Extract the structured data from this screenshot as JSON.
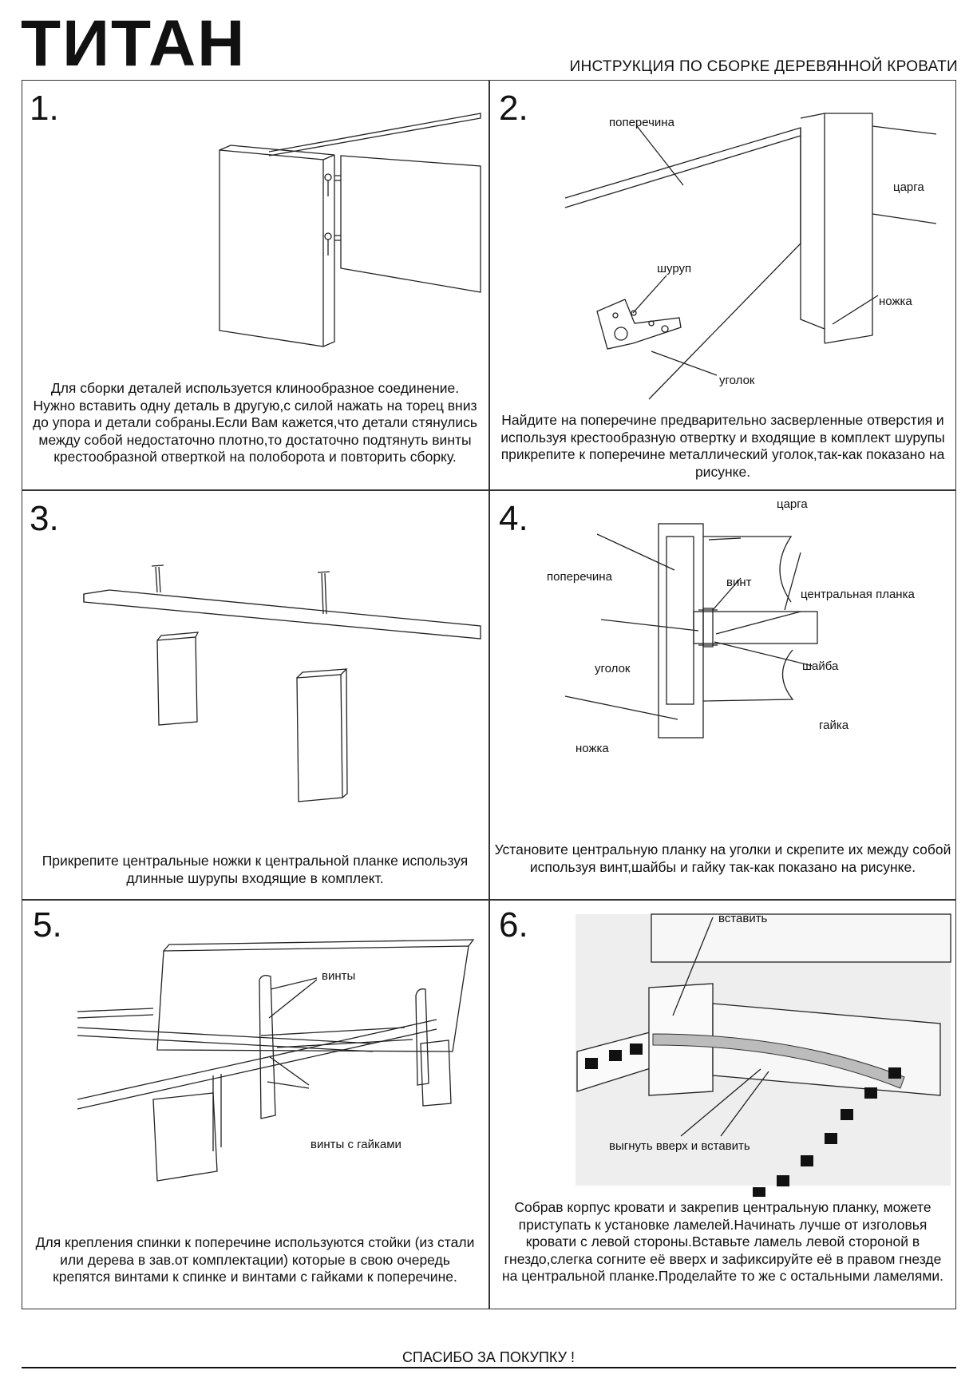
{
  "header": {
    "brand": "ТИТАН",
    "subtitle": "ИНСТРУКЦИЯ ПО СБОРКЕ ДЕРЕВЯННОЙ КРОВАТИ"
  },
  "steps": [
    {
      "number": "1.",
      "text": "Для сборки деталей используется клинообразное соединение. Нужно вставить одну деталь в другую,с силой нажать на торец вниз до упора и детали собраны.Если Вам кажется,что детали стянулись между собой недостаточно плотно,то достаточно подтянуть винты крестообразной отверткой на полоборота и повторить сборку.",
      "labels": []
    },
    {
      "number": "2.",
      "text": "Найдите на поперечине предварительно засверленные отверстия и используя крестообразную отвертку и входящие в комплект шурупы прикрепите к поперечине металлический уголок,так-как показано на рисунке.",
      "labels": [
        "поперечина",
        "царга",
        "шуруп",
        "ножка",
        "уголок"
      ]
    },
    {
      "number": "3.",
      "text": "Прикрепите центральные ножки к центральной планке используя длинные шурупы входящие в комплект.",
      "labels": []
    },
    {
      "number": "4.",
      "text": "Установите центральную планку на уголки и скрепите их между собой используя винт,шайбы и гайку так-как показано на рисунке.",
      "labels": [
        "царга",
        "поперечина",
        "винт",
        "центральная планка",
        "уголок",
        "шайба",
        "гайка",
        "ножка"
      ]
    },
    {
      "number": "5.",
      "text": "Для крепления спинки к поперечине используются стойки (из стали или дерева в зав.от комплектации) которые в свою очередь крепятся винтами к спинке и винтами с гайками к поперечине.",
      "labels": [
        "винты",
        "винты с гайками"
      ]
    },
    {
      "number": "6.",
      "text": "Собрав корпус кровати и закрепив центральную планку, можете приступать к установке ламелей.Начинать лучше от изголовья кровати с левой стороны.Вставьте ламель левой стороной в гнездо,слегка согните её вверх и зафиксируйте её в правом гнезде на центральной планке.Проделайте то же с остальными ламелями.",
      "labels": [
        "вставить",
        "выгнуть вверх и вставить"
      ]
    }
  ],
  "footer": "СПАСИБО ЗА ПОКУПКУ !"
}
